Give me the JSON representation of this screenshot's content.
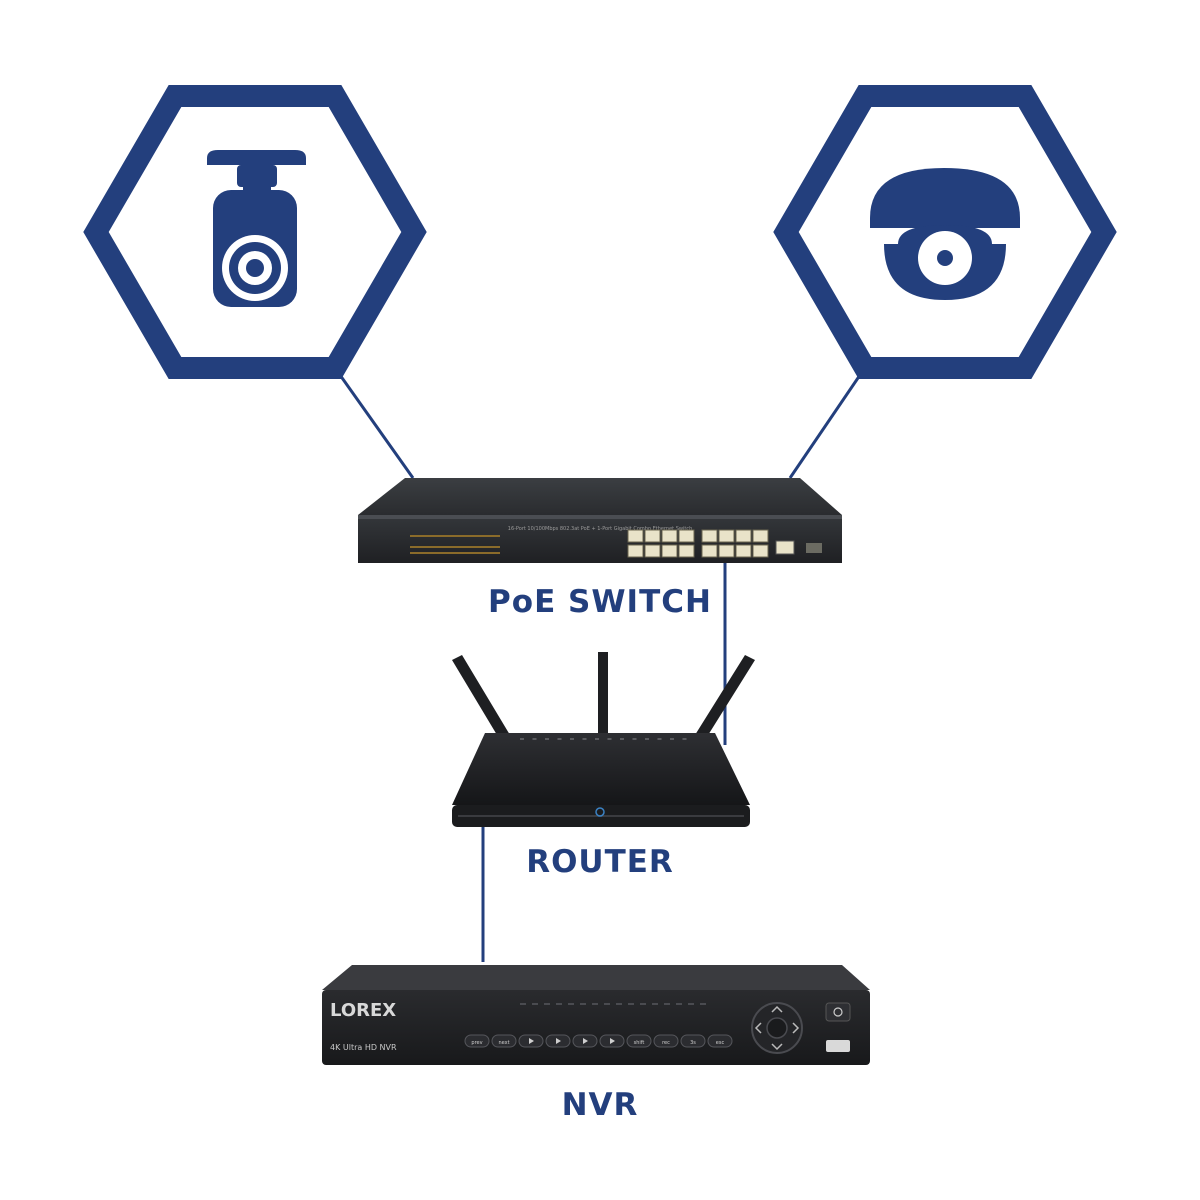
{
  "colors": {
    "primary": "#233f7d",
    "device_dark": "#222326",
    "device_mid": "#2f3134",
    "port": "#e9e3c9",
    "background": "#ffffff"
  },
  "nodes": {
    "bullet_camera": {
      "icon": "bullet-camera-icon"
    },
    "dome_camera": {
      "icon": "dome-camera-icon"
    },
    "poe_switch": {
      "label": "PoE SWITCH",
      "panel_text": "16-Port 10/100Mbps 802.3at PoE + 1-Port Gigabit Combo Ethernet Switch"
    },
    "router": {
      "label": "ROUTER"
    },
    "nvr": {
      "label": "NVR",
      "brand": "LOREX",
      "model": "4K Ultra HD NVR",
      "buttons": [
        "prev",
        "next",
        "",
        "",
        "",
        "",
        "shift",
        "rec",
        "3s",
        "esc"
      ]
    }
  }
}
